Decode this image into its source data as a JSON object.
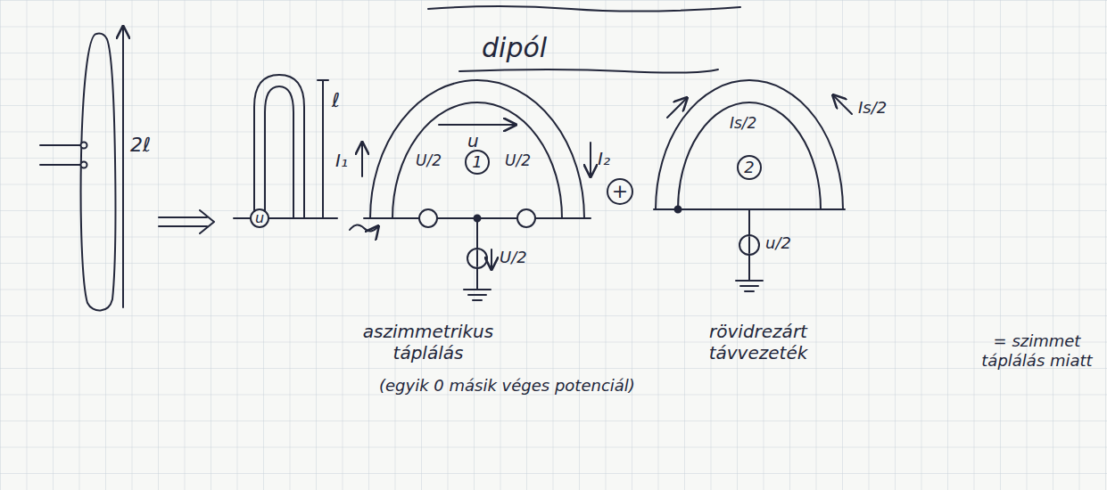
{
  "diagram": {
    "title": "dipól",
    "nodes": [
      {
        "text": [
          "u"
        ]
      },
      {
        "text": [
          "1"
        ]
      },
      {
        "text": [
          "+"
        ]
      },
      {
        "text": [
          "2"
        ]
      }
    ],
    "labels": [
      "2ℓ",
      "ℓ",
      "u",
      "I₁",
      "I₂",
      "U/2",
      "U/2",
      "U/2",
      "Is/2",
      "Is/2",
      "u/2",
      "aszimmetrikus táplálás",
      "(egyik 0 másik véges potenciál)",
      "rövidrezárt távvezeték",
      "= szimmet táplálás miatt"
    ]
  }
}
